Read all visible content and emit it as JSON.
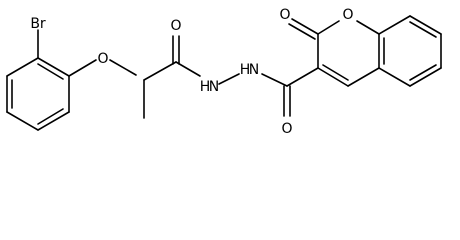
{
  "diagram": {
    "type": "chemical-structure",
    "colors": {
      "bond": "#000000",
      "label": "#000000",
      "background": "#ffffff"
    },
    "atom_labels": {
      "br": "Br",
      "ether_o": "O",
      "amide_o_left": "O",
      "nh_1": "H",
      "n_1": "N",
      "nh_2": "H",
      "n_2": "N",
      "amide_o_right": "O",
      "ring_o": "O",
      "lactone_o": "O"
    }
  }
}
